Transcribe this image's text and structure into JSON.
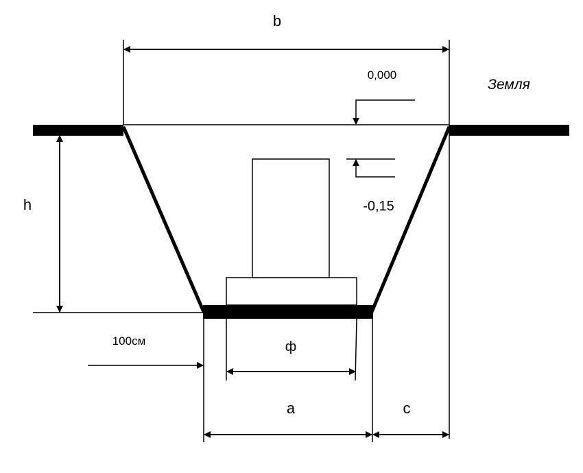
{
  "labels": {
    "b": "b",
    "zero_level": "0,000",
    "ground": "Земля",
    "h": "h",
    "minus_level": "-0,15",
    "offset_100": "100см",
    "phi": "ф",
    "a": "a",
    "c": "c"
  }
}
